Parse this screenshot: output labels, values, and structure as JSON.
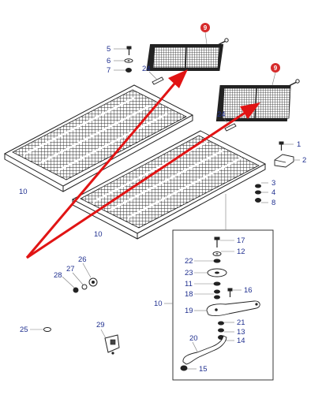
{
  "colors": {
    "callout_text": "#1f2f8f",
    "badge_fill": "#d62b2b",
    "arrow": "#e11414",
    "line": "#222222"
  },
  "badges": {
    "upper_screen": "9",
    "lower_screen": "9"
  },
  "callouts": {
    "c5": "5",
    "c6": "6",
    "c7": "7",
    "c24a": "24",
    "c24b": "24",
    "c1": "1",
    "c2": "2",
    "c3": "3",
    "c4": "4",
    "c8": "8",
    "c10_left": "10",
    "c10_front": "10",
    "c10_detail": "10",
    "c26": "26",
    "c27": "27",
    "c28": "28",
    "c25": "25",
    "c29": "29",
    "c17": "17",
    "c12": "12",
    "c22": "22",
    "c23": "23",
    "c11": "11",
    "c18": "18",
    "c16": "16",
    "c19": "19",
    "c21": "21",
    "c13": "13",
    "c14": "14",
    "c20": "20",
    "c15": "15"
  }
}
